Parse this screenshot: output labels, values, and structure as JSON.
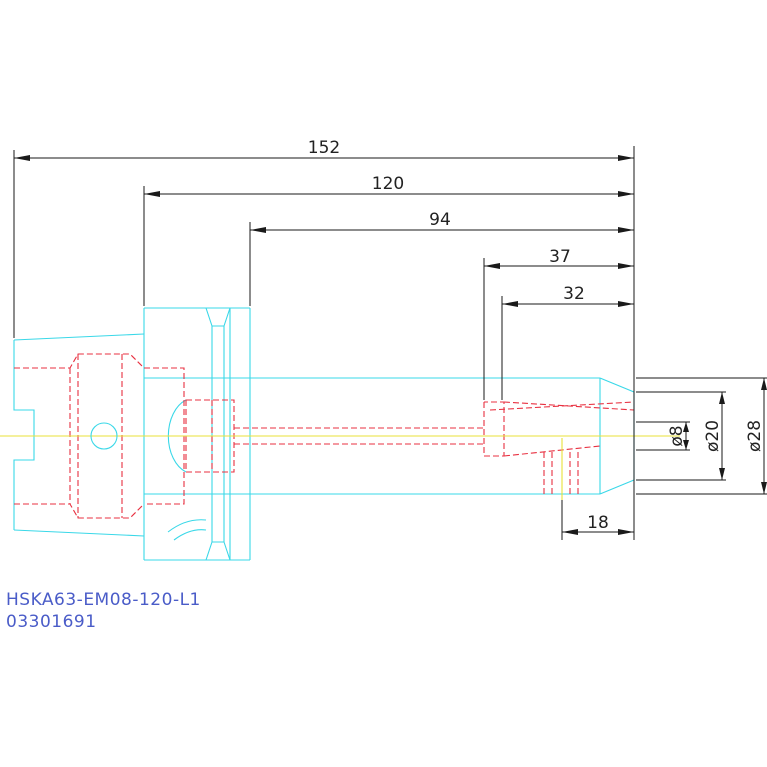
{
  "drawing": {
    "part_number": "HSKA63-EM08-120-L1",
    "part_code": "03301691",
    "dimensions": {
      "overall_length": "152",
      "body_length": "120",
      "flange_to_end": "94",
      "collet_depth": "37",
      "bore_depth": "32",
      "nut_length": "18",
      "bore_dia": "ø8",
      "nose_dia": "ø20",
      "body_dia": "ø28"
    }
  }
}
